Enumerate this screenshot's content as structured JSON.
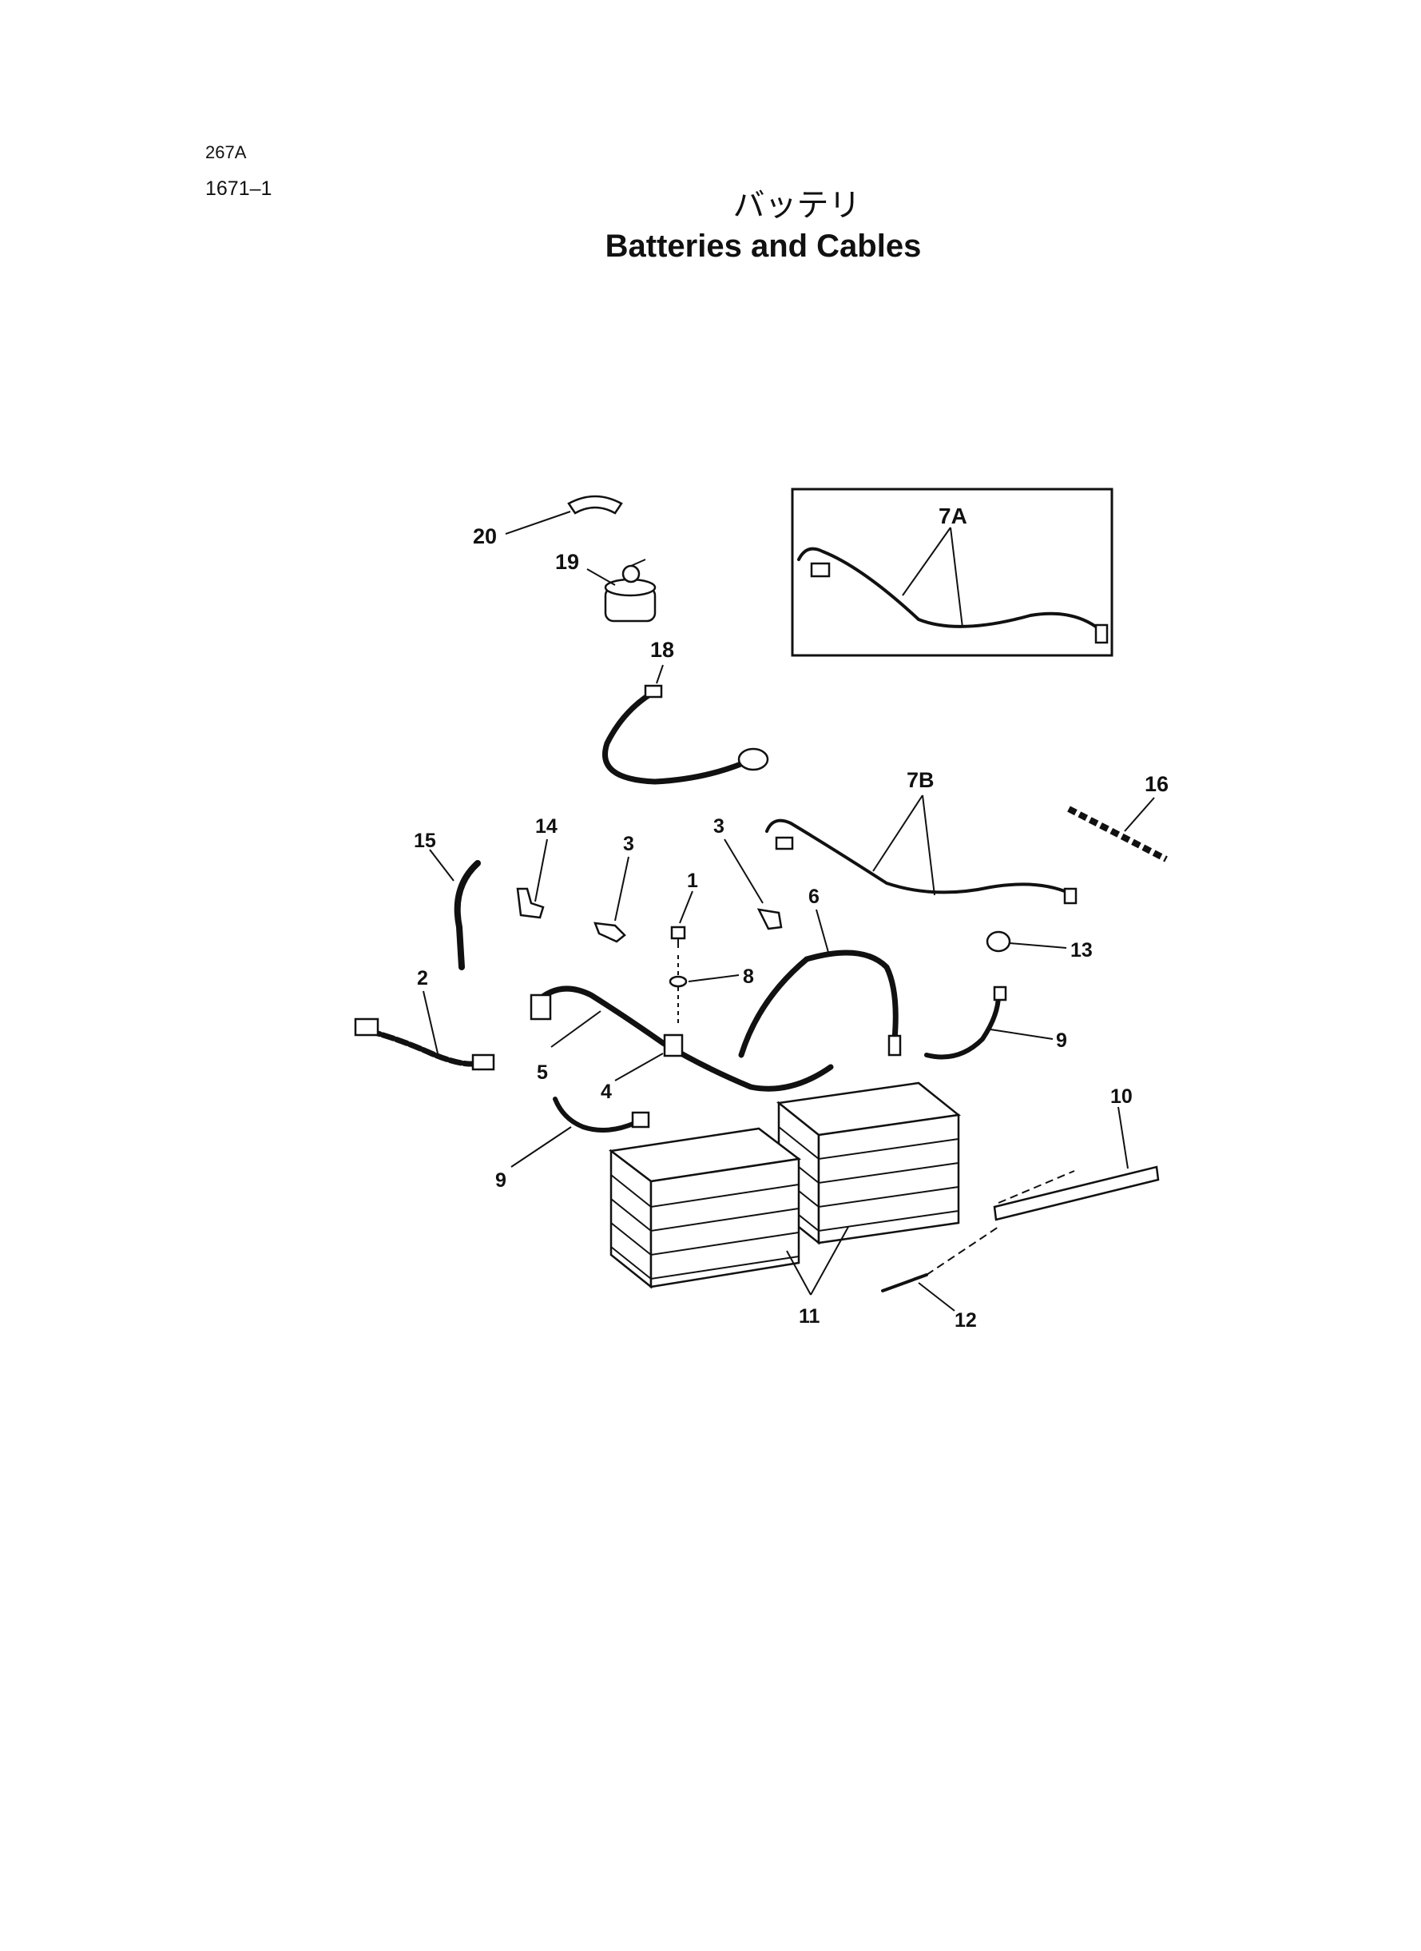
{
  "header": {
    "code_a": "267A",
    "code_b": "1671–1",
    "title_jp": "バッテリ",
    "title_en": "Batteries and Cables"
  },
  "callouts": {
    "c20": "20",
    "c19": "19",
    "c18": "18",
    "c7a": "7A",
    "c7b": "7B",
    "c16": "16",
    "c15": "15",
    "c14": "14",
    "c3a": "3",
    "c3b": "3",
    "c1": "1",
    "c6": "6",
    "c8": "8",
    "c13": "13",
    "c2": "2",
    "c9a": "9",
    "c5": "5",
    "c4": "4",
    "c9b": "9",
    "c10": "10",
    "c11": "11",
    "c12": "12"
  }
}
